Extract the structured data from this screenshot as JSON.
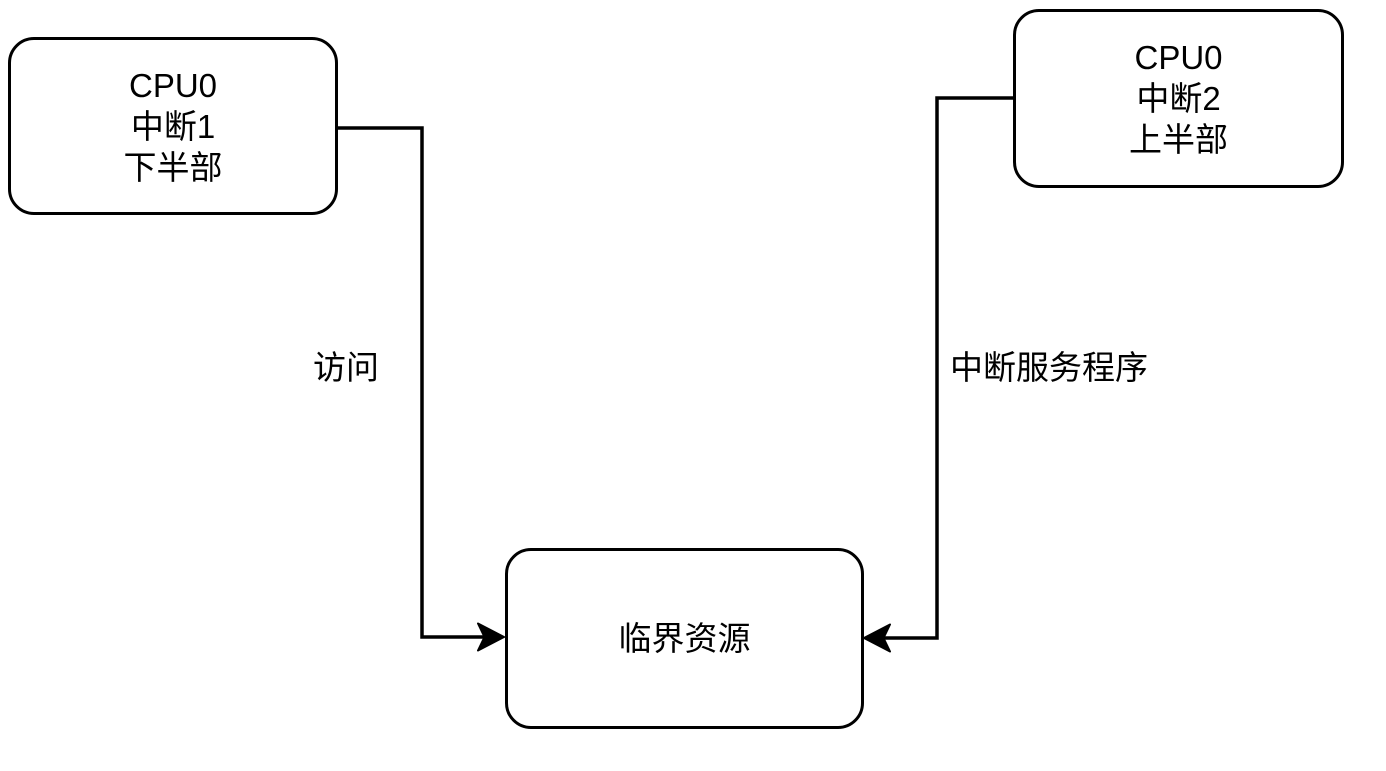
{
  "diagram": {
    "background_color": "#ffffff",
    "stroke_color": "#000000",
    "text_color": "#000000",
    "nodes": [
      {
        "id": "cpu0-interrupt1",
        "lines": [
          "CPU0",
          "中断1",
          "下半部"
        ]
      },
      {
        "id": "cpu0-interrupt2",
        "lines": [
          "CPU0",
          "中断2",
          "上半部"
        ]
      },
      {
        "id": "critical-resource",
        "lines": [
          "临界资源"
        ]
      }
    ],
    "edges": [
      {
        "from": "cpu0-interrupt1",
        "to": "critical-resource",
        "label": "访问"
      },
      {
        "from": "cpu0-interrupt2",
        "to": "critical-resource",
        "label": "中断服务程序"
      }
    ]
  }
}
